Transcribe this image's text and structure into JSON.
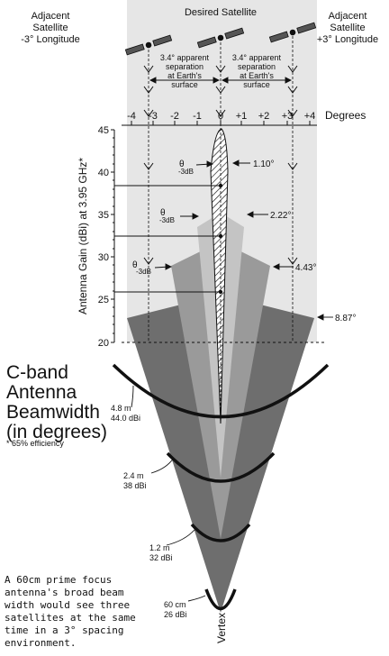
{
  "satellites": {
    "adjacent_left": [
      "Adjacent",
      "Satellite",
      "-3° Longitude"
    ],
    "desired": "Desired Satellite",
    "adjacent_right": [
      "Adjacent",
      "Satellite",
      "+3° Longitude"
    ]
  },
  "separation_note": [
    "3.4° apparent",
    "separation",
    "at Earth's",
    "surface"
  ],
  "degrees_axis": {
    "title": "Degrees",
    "ticks": [
      "-4",
      "-3",
      "-2",
      "-1",
      "0",
      "+1",
      "+2",
      "+3",
      "+4"
    ]
  },
  "gain_axis": {
    "title": "Antenna Gain (dBi) at 3.95 GHz*",
    "ticks": [
      "45",
      "40",
      "35",
      "30",
      "25",
      "20"
    ]
  },
  "theta_label": {
    "main": "θ",
    "sub": "-3dB"
  },
  "beamwidths": [
    "1.10°",
    "2.22°",
    "4.43°",
    "8.87°"
  ],
  "title_lines": [
    "C-band",
    "Antenna",
    "Beamwidth",
    "(in degrees)"
  ],
  "efficiency_note": "* 65% efficiency",
  "dishes": [
    {
      "size": "4.8 m",
      "gain": "44.0 dBi"
    },
    {
      "size": "2.4 m",
      "gain": "38 dBi"
    },
    {
      "size": "1.2 m",
      "gain": "32 dBi"
    },
    {
      "size": "60 cm",
      "gain": "26 dBi"
    }
  ],
  "vertex_label": "Vertex",
  "caption": "A 60cm prime focus antenna's broad beam width would see three satellites at the same time in a 3° spacing environment.",
  "colors": {
    "panel": "#e6e6e6",
    "beam_60cm": "#6e6e6e",
    "beam_1_2m": "#9a9a9a",
    "beam_2_4m": "#c4c4c4",
    "beam_4_8m": "#e8e8e8"
  }
}
